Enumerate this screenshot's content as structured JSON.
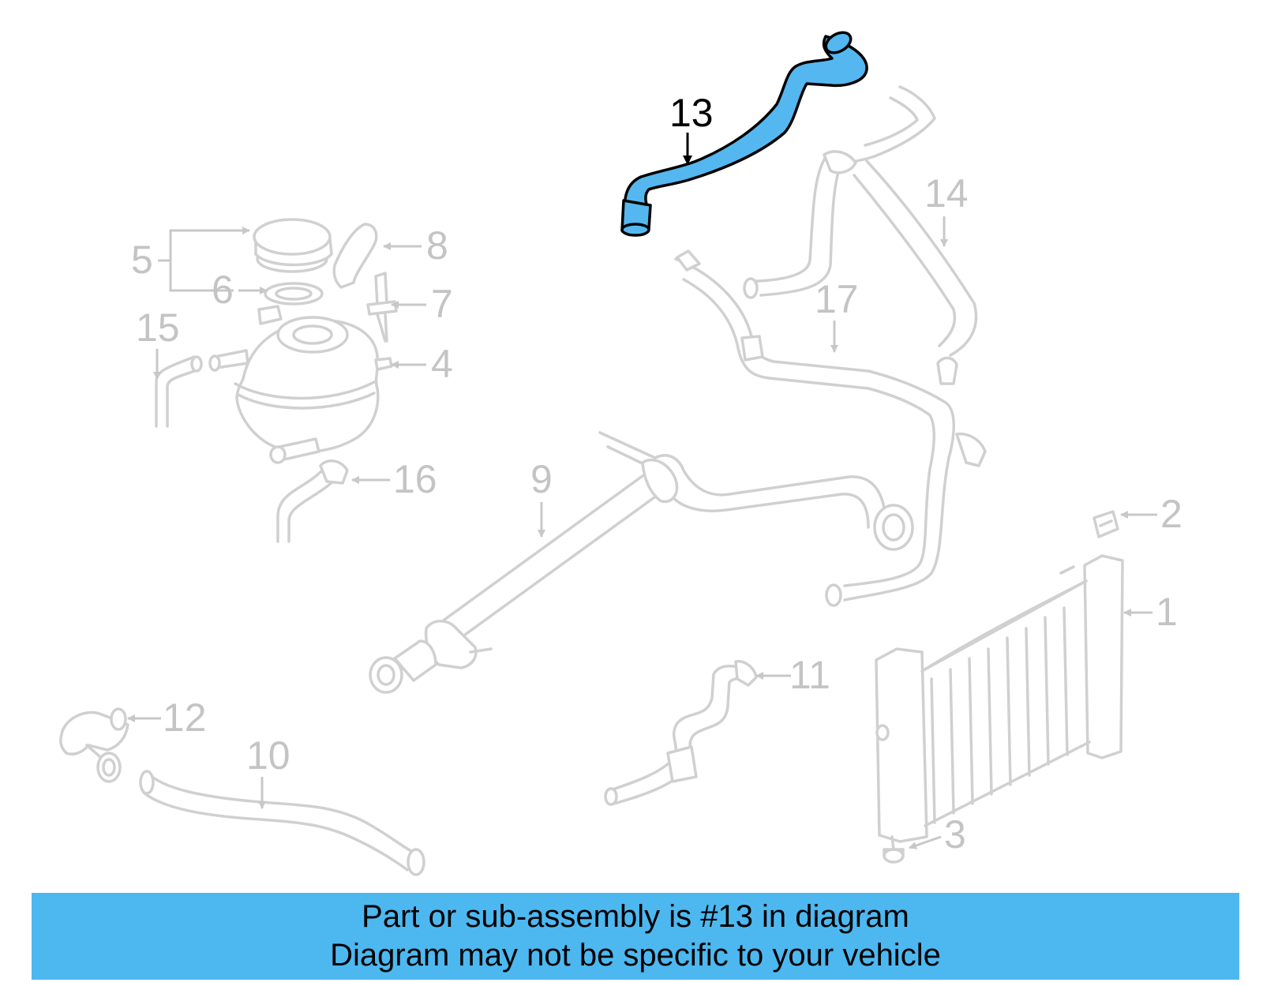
{
  "highlight_color": "#4db8f0",
  "highlighted_part": "13",
  "callouts": [
    "1",
    "2",
    "3",
    "4",
    "5",
    "6",
    "7",
    "8",
    "9",
    "10",
    "11",
    "12",
    "13",
    "14",
    "15",
    "16",
    "17"
  ],
  "banner": {
    "line1": "Part or sub-assembly is #13 in diagram",
    "line2": "Diagram may not be specific to your vehicle"
  }
}
